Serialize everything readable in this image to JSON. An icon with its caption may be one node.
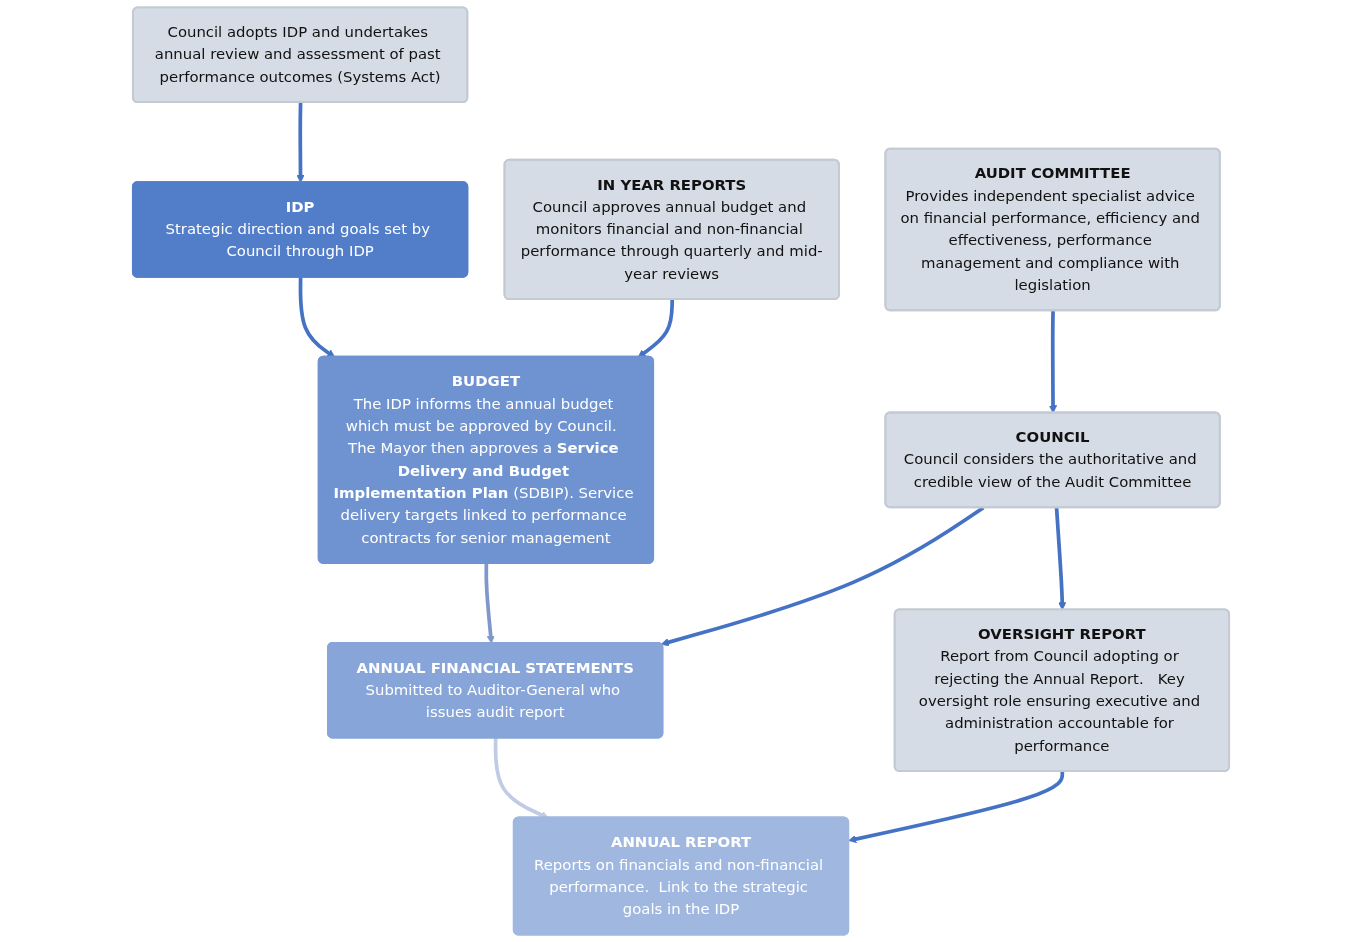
{
  "diagram": {
    "nodes": [
      {
        "text": [
          "IDP",
          "Strategic direction and goals set by Council through IDP"
        ]
      },
      {
        "text": [
          "BUDGET",
          "The IDP informs the annual budget which must be approved by Council.  The Mayor then approves a **Service Delivery and Budget Implementation Plan** (SDBIP). Service delivery targets linked to performance contracts for senior management"
        ]
      },
      {
        "text": [
          "ANNUAL FINANCIAL STATEMENTS",
          "Submitted to Auditor-General who issues audit report"
        ]
      },
      {
        "text": [
          "ANNUAL REPORT",
          "Reports on financials and non-financial performance.  Link to the strategic goals in the IDP"
        ]
      },
      {
        "text": [
          "Council adopts IDP and undertakes annual review and assessment of past performance outcomes (Systems Act)"
        ]
      },
      {
        "text": [
          "IN YEAR REPORTS",
          "Council approves annual budget and monitors financial and non-financial performance through quarterly and mid-year reviews"
        ]
      },
      {
        "text": [
          "AUDIT COMMITTEE",
          "Provides independent specialist advice on financial performance, efficiency and effectiveness, performance management and compliance with legislation"
        ]
      },
      {
        "text": [
          "COUNCIL",
          "Council considers the authoritative and credible view of the Audit Committee"
        ]
      },
      {
        "text": [
          "OVERSIGHT REPORT",
          "Report from Council adopting or rejecting the Annual Report.   Key oversight role ensuring executive and administration accountable for performance"
        ]
      }
    ],
    "edges": [
      {
        "from": 0,
        "to": 1,
        "arrow": "to"
      },
      {
        "from": 1,
        "to": 2,
        "arrow": "to",
        "color": "#7f98cc"
      },
      {
        "from": 2,
        "to": 3,
        "arrow": "to",
        "color": "#c0cbe4"
      },
      {
        "from": 4,
        "to": 0,
        "arrow": "to"
      },
      {
        "from": 5,
        "to": 1,
        "arrow": "to"
      },
      {
        "from": 6,
        "to": 7,
        "arrow": "to"
      },
      {
        "from": 7,
        "to": 8,
        "arrow": "to"
      },
      {
        "from": 7,
        "to": 2,
        "arrow": "to"
      },
      {
        "from": 8,
        "to": 3,
        "arrow": "to"
      }
    ]
  }
}
